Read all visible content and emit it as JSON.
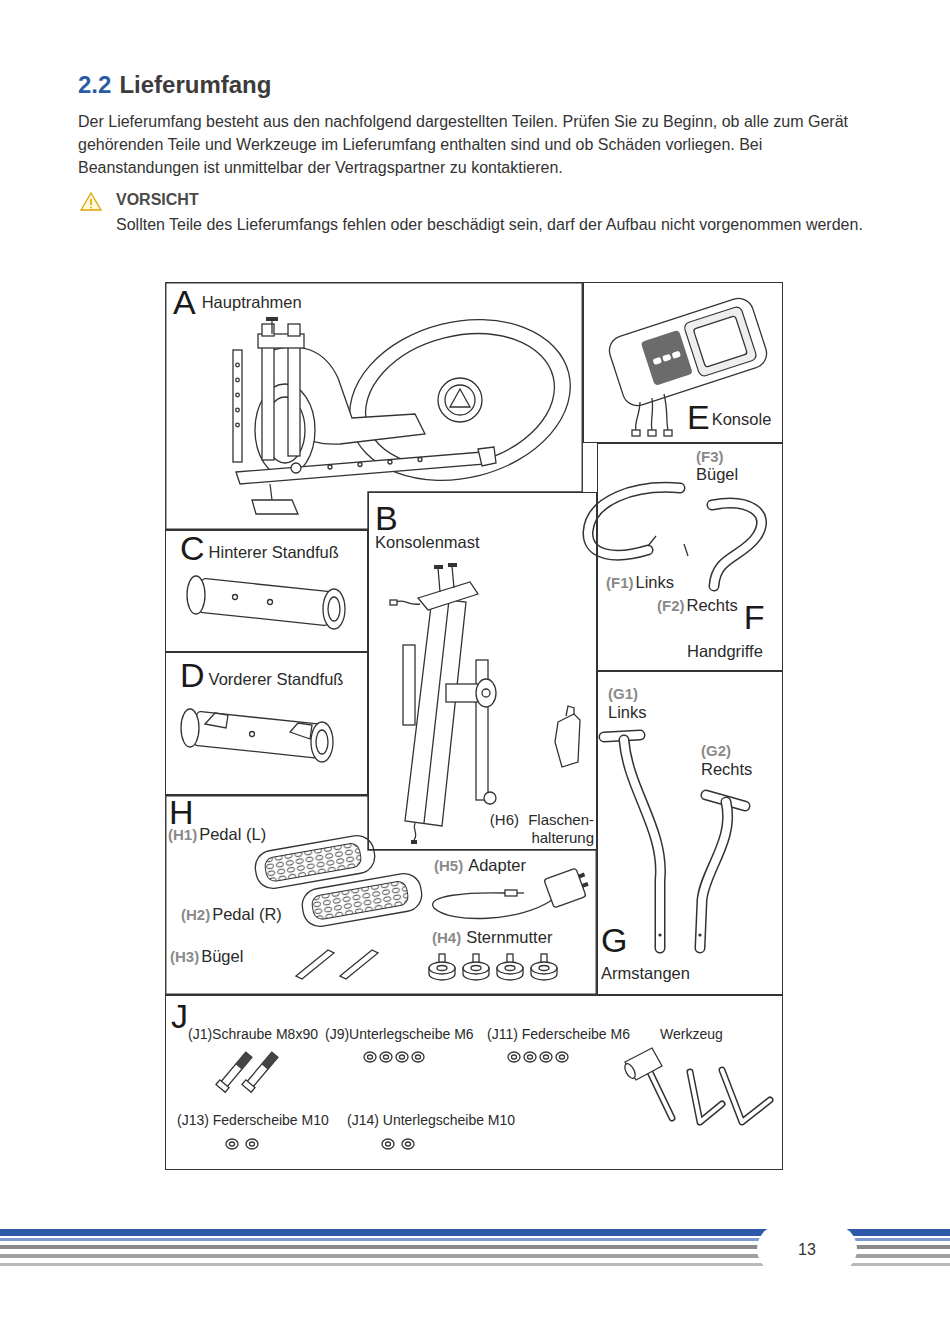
{
  "diagram": {
    "title": "Lieferumfang",
    "nodes": [
      {
        "text": [
          "A",
          "Hauptrahmen"
        ]
      },
      {
        "text": [
          "E",
          "Konsole"
        ]
      },
      {
        "text": [
          "C",
          "Hinterer Standfuß"
        ]
      },
      {
        "text": [
          "B",
          "Konsolenmast",
          "(H6)",
          "Flaschen- halterung"
        ]
      },
      {
        "text": [
          "(F3)",
          "Bügel",
          "(F1)",
          "Links",
          "(F2)",
          "Rechts",
          "F",
          "Handgriffe"
        ]
      },
      {
        "text": [
          "D",
          "Vorderer Standfuß"
        ]
      },
      {
        "text": [
          "H",
          "(H1)",
          "Pedal (L)",
          "(H2)",
          "Pedal (R)",
          "(H3)",
          "Bügel",
          "(H5)",
          "Adapter",
          "(H4)",
          "Sternmutter"
        ]
      },
      {
        "text": [
          "(G1)",
          "Links",
          "(G2)",
          "Rechts",
          "G",
          "Armstangen"
        ]
      },
      {
        "text": [
          "J",
          "(J1)Schraube M8x90",
          "(J9)Unterlegscheibe M6",
          "(J11) Federscheibe M6",
          "Werkzeug",
          "(J13) Federscheibe M10",
          "(J14) Unterlegscheibe M10"
        ]
      }
    ],
    "labels": [
      "2.2",
      "Der Lieferumfang besteht aus den nachfolgend dargestellten Teilen. Prüfen Sie zu Beginn, ob alle zum Gerät gehörenden Teile und Werkzeuge im Lieferumfang enthalten sind und ob Schäden vorliegen. Bei Beanstandungen ist unmittelbar der Vertragspartner zu kontaktieren.",
      "VORSICHT",
      "Sollten Teile des Lieferumfangs fehlen oder beschädigt sein, darf der Aufbau nicht vorgenommen werden.",
      "13"
    ]
  }
}
